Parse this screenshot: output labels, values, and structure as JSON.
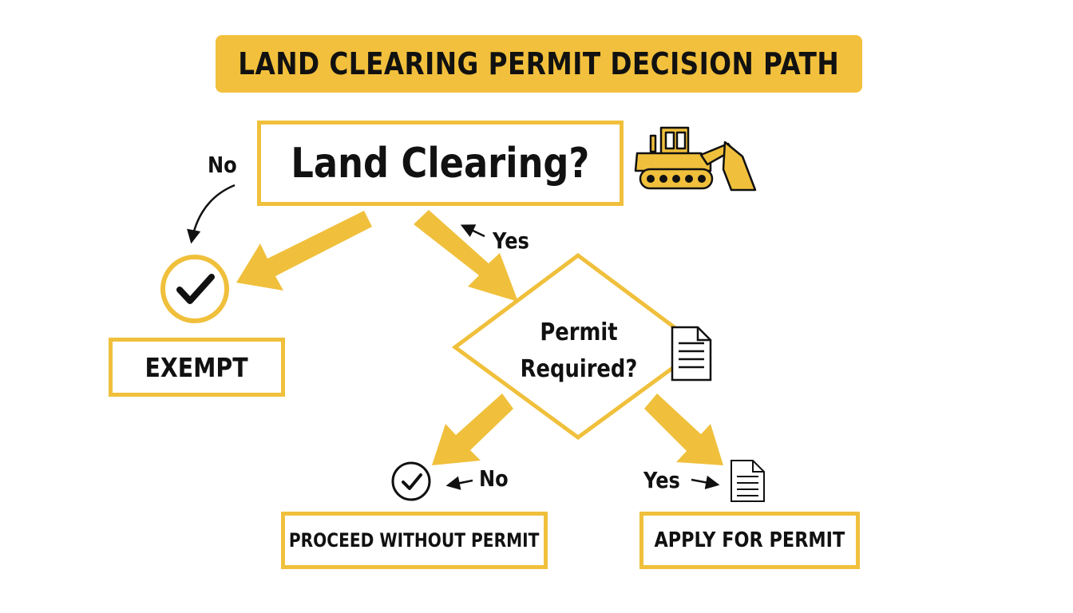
{
  "title": "LAND CLEARING PERMIT DECISION PATH",
  "question_1": "Land Clearing?",
  "question_2": {
    "line1": "Permit",
    "line2": "Required?"
  },
  "branch_labels": {
    "top_no": "No",
    "top_yes": "Yes",
    "bottom_no": "No",
    "bottom_yes": "Yes"
  },
  "outcomes": {
    "exempt": "EXEMPT",
    "proceed": "PROCEED WITHOUT PERMIT",
    "apply": "APPLY FOR PERMIT"
  },
  "icons": {
    "machine": "bulldozer-icon",
    "check": "check-circle-icon",
    "document": "document-icon"
  },
  "colors": {
    "accent": "#f0c03c",
    "text": "#111111",
    "background": "#ffffff"
  }
}
